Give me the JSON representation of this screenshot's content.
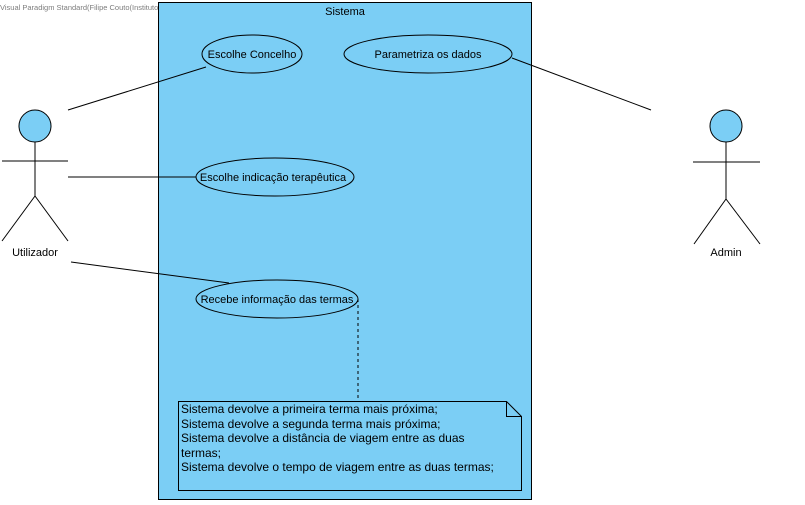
{
  "watermark": "Visual Paradigm Standard(Filipe Couto(Instituto Superior de Engenharia do Porto))",
  "system": {
    "title": "Sistema",
    "fill": "#7BCEF5"
  },
  "actors": {
    "user": {
      "label": "Utilizador",
      "fill": "#7BCEF5"
    },
    "admin": {
      "label": "Admin",
      "fill": "#7BCEF5"
    }
  },
  "use_cases": {
    "concelho": "Escolhe Concelho",
    "parametriza": "Parametriza os dados",
    "indicacao": "Escolhe indicação terapêutica",
    "recebe": "Recebe informação das termas"
  },
  "note": {
    "lines": [
      "Sistema devolve a primeira terma mais próxima;",
      "Sistema devolve a segunda terma mais próxima;",
      "Sistema devolve a distância de viagem entre as duas",
      "termas;",
      "Sistema devolve o tempo de viagem entre as duas termas;"
    ]
  }
}
